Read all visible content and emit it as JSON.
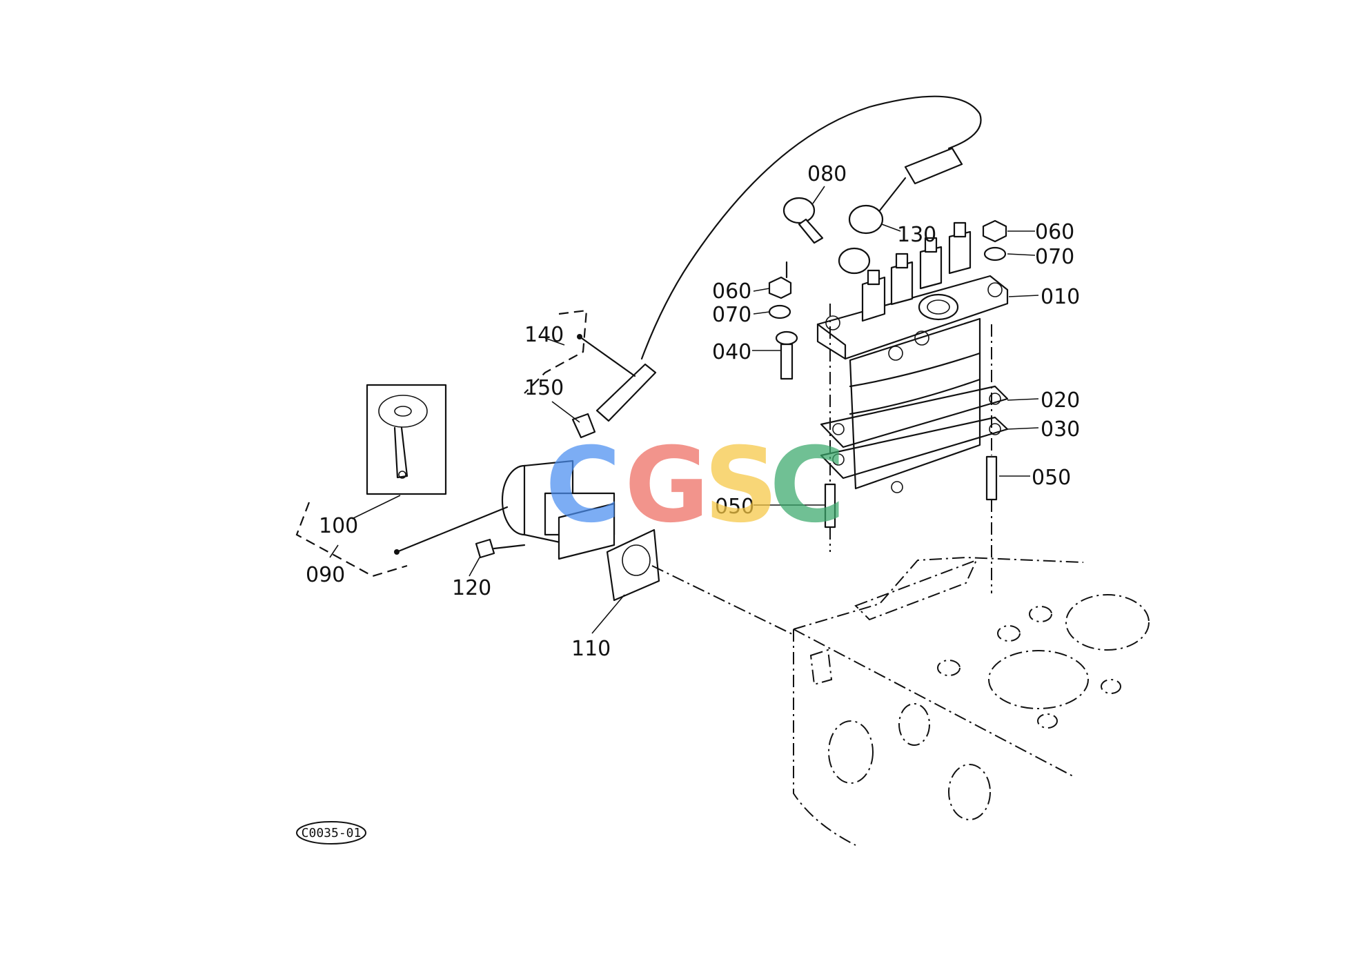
{
  "callouts": {
    "c010": "010",
    "c020": "020",
    "c030": "030",
    "c040": "040",
    "c050a": "050",
    "c050b": "050",
    "c060a": "060",
    "c060b": "060",
    "c070a": "070",
    "c070b": "070",
    "c080": "080",
    "c090": "090",
    "c100": "100",
    "c110": "110",
    "c120": "120",
    "c130": "130",
    "c140": "140",
    "c150": "150"
  },
  "reference_code": "C0035-01",
  "watermark": {
    "letters": [
      "C",
      "G",
      "S",
      "C"
    ],
    "colors": [
      "#4a8ef0",
      "#ee6b61",
      "#f6c744",
      "#3aa86b"
    ]
  }
}
